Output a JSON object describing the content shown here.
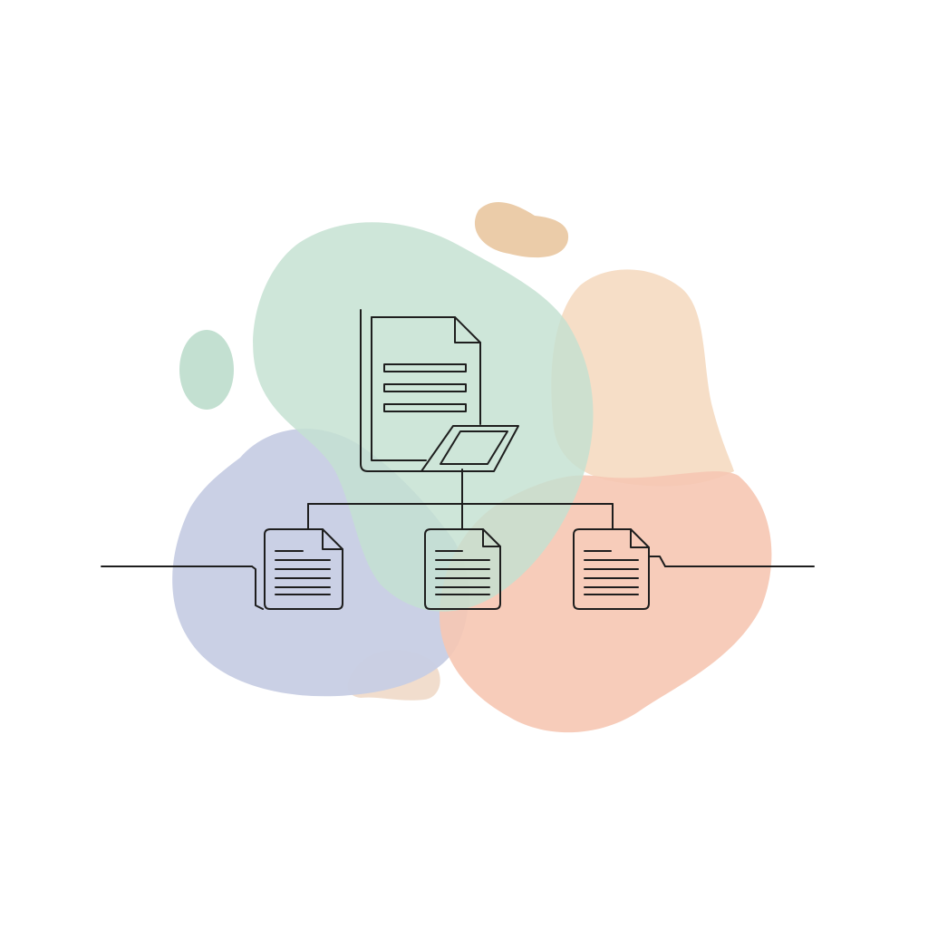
{
  "colors": {
    "background": "#ffffff",
    "line": "#1e1e1e",
    "blob_green": "#c3e0d1",
    "blob_blue": "#c7cde4",
    "blob_peach": "#f6dcc4",
    "blob_salmon": "#f6c7b3",
    "blob_tan": "#e8c39a",
    "blob_sand": "#efd9c8"
  },
  "icons": {
    "parent": "document-with-folder-icon",
    "children": [
      "document-icon",
      "document-icon",
      "document-icon"
    ]
  },
  "diagram": {
    "type": "hierarchy",
    "parent_count": 1,
    "child_count": 3
  }
}
